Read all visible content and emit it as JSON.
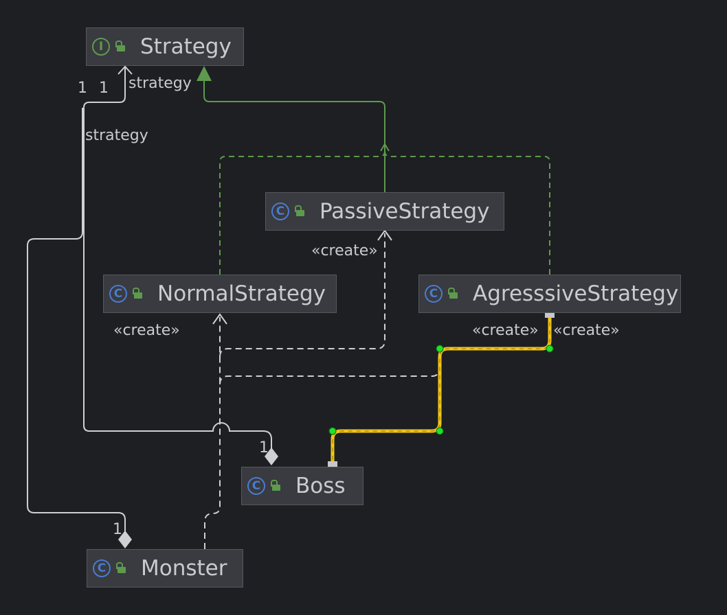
{
  "diagram": {
    "nodes": [
      {
        "id": "strategy",
        "name": "Strategy",
        "kind": "interface",
        "kind_letter": "I"
      },
      {
        "id": "passive",
        "name": "PassiveStrategy",
        "kind": "class",
        "kind_letter": "C"
      },
      {
        "id": "normal",
        "name": "NormalStrategy",
        "kind": "class",
        "kind_letter": "C"
      },
      {
        "id": "agressive",
        "name": "AgresssiveStrategy",
        "kind": "class",
        "kind_letter": "C"
      },
      {
        "id": "boss",
        "name": "Boss",
        "kind": "class",
        "kind_letter": "C"
      },
      {
        "id": "monster",
        "name": "Monster",
        "kind": "class",
        "kind_letter": "C"
      }
    ],
    "labels": {
      "mult_1a": "1",
      "mult_1b": "1",
      "strategy_role_top": "strategy",
      "strategy_role_left": "strategy",
      "create_passive": "«create»",
      "create_normal": "«create»",
      "create_agressive_a": "«create»",
      "create_agressive_b": "«create»",
      "mult_boss": "1",
      "mult_monster": "1"
    },
    "colors": {
      "background": "#1e1f22",
      "node_fill": "#393b40",
      "edge": "#cfd0d2",
      "realization": "#5e9a4d",
      "selected_edge": "#f0c419",
      "handle": "#22e02b"
    },
    "icons": {
      "interface": "interface-icon",
      "class": "class-icon",
      "visibility": "public-lock-icon"
    }
  }
}
